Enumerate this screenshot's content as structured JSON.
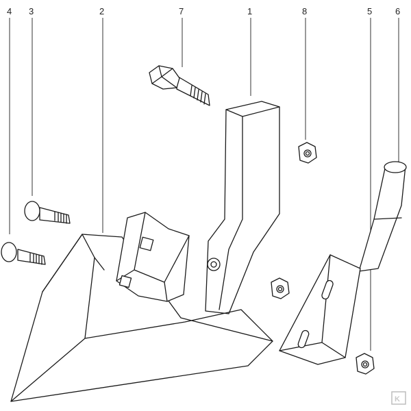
{
  "callouts": [
    "4",
    "3",
    "2",
    "7",
    "1",
    "8",
    "5",
    "6"
  ],
  "logo": {
    "text": "K",
    "color": "#bdbdbd"
  },
  "colors": {
    "line": "#1a1a1a",
    "background": "#ffffff"
  }
}
